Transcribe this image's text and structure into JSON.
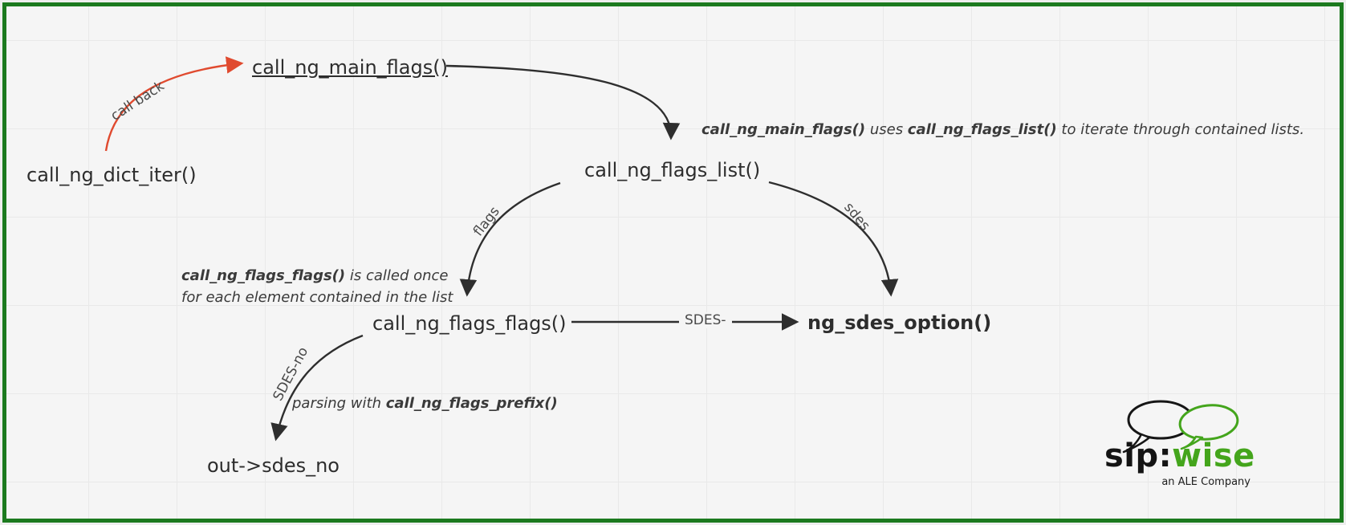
{
  "colors": {
    "border_green": "#1c7a1f",
    "background": "#f5f5f5",
    "grid_line": "#e9e9e9",
    "arrow_black": "#2e2e2e",
    "arrow_red": "#e04a2f",
    "text_dark": "#2d2d2d",
    "brand_green": "#44a51c"
  },
  "nodes": {
    "dict_iter": {
      "label": "call_ng_dict_iter()"
    },
    "main_flags": {
      "label": "call_ng_main_flags()"
    },
    "flags_list": {
      "label": "call_ng_flags_list()"
    },
    "flags_flags": {
      "label": "call_ng_flags_flags()"
    },
    "sdes_option": {
      "label": "ng_sdes_option()"
    },
    "out_sdes_no": {
      "label": "out->sdes_no"
    }
  },
  "edge_labels": {
    "call_back": "call back",
    "flags": "flags",
    "sdes": "sdes",
    "sdes_dash": "SDES-",
    "sdes_no": "SDES-no"
  },
  "annotations": {
    "main_flags_note": {
      "p1": "call_ng_main_flags()",
      "p2": " uses ",
      "p3": "call_ng_flags_list()",
      "p4": " to iterate through contained lists."
    },
    "flags_flags_note": {
      "line1_bold": "call_ng_flags_flags()",
      "line1_rest": " is called once",
      "line2": "for each element contained in the list"
    },
    "prefix_note": {
      "p1": "parsing with ",
      "p2": "call_ng_flags_prefix()"
    }
  },
  "logo": {
    "part1": "sip:",
    "part2": "wise",
    "subtitle": "an ALE Company"
  }
}
